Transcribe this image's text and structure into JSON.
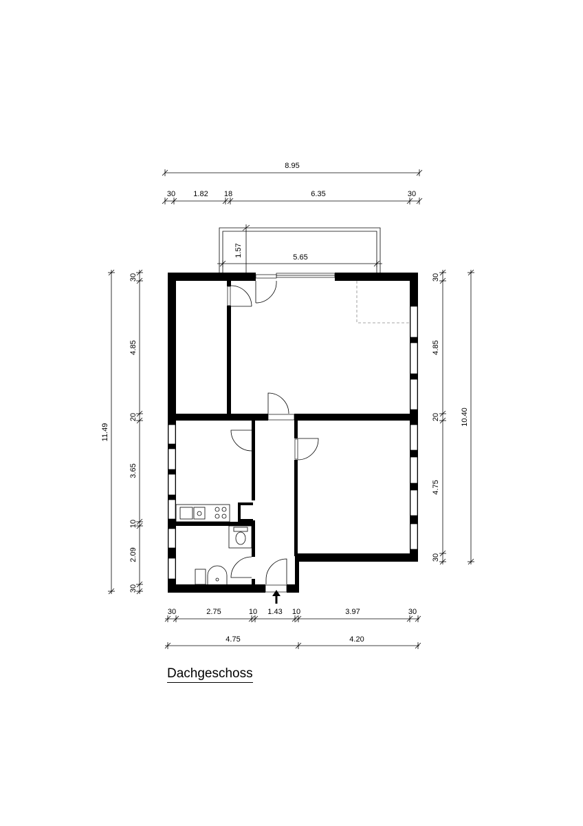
{
  "title": "Dachgeschoss",
  "dimensions": {
    "top_total": "8.95",
    "top_parts": [
      "30",
      "1.82",
      "18",
      "6.35",
      "30"
    ],
    "balcony_depth": "1.57",
    "balcony_width": "5.65",
    "left_total": "11.49",
    "left_parts": [
      "30",
      "4.85",
      "20",
      "3.65",
      "10",
      "2.09",
      "30"
    ],
    "right_total": "10.40",
    "right_parts": [
      "30",
      "4.85",
      "20",
      "4.75",
      "30"
    ],
    "bottom_parts": [
      "30",
      "2.75",
      "10",
      "1.43",
      "10",
      "3.97",
      "30"
    ],
    "bottom_totals": [
      "4.75",
      "4.20"
    ]
  }
}
